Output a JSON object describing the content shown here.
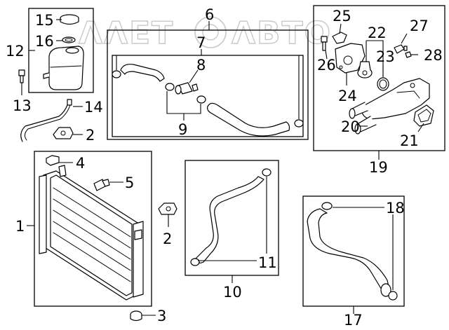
{
  "watermark": "ΛΛΕΤΟΛΒΤΟ",
  "callouts": {
    "c1": "1",
    "c2a": "2",
    "c2b": "2",
    "c3": "3",
    "c4": "4",
    "c5": "5",
    "c6": "6",
    "c7": "7",
    "c8": "8",
    "c9": "9",
    "c10": "10",
    "c11": "11",
    "c12": "12",
    "c13": "13",
    "c14": "14",
    "c15": "15",
    "c16": "16",
    "c17": "17",
    "c18": "18",
    "c19": "19",
    "c20": "20",
    "c21": "21",
    "c22": "22",
    "c23": "23",
    "c24": "24",
    "c25": "25",
    "c26": "26",
    "c27": "27",
    "c28": "28"
  }
}
